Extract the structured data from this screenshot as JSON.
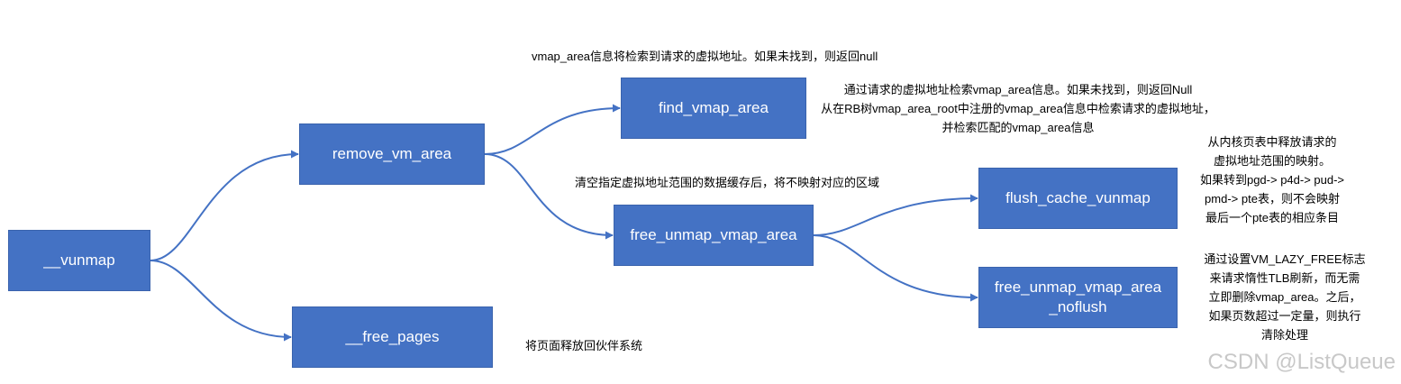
{
  "colors": {
    "node_fill": "#4472c4",
    "node_text": "#ffffff",
    "edge": "#4472c4",
    "note_text": "#000000",
    "watermark": "#c8c8c8"
  },
  "nodes": {
    "vunmap": "__vunmap",
    "remove_vm_area": "remove_vm_area",
    "free_pages": "__free_pages",
    "find_vmap_area": "find_vmap_area",
    "free_unmap_vmap_area": "free_unmap_vmap_area",
    "flush_cache_vunmap": "flush_cache_vunmap",
    "free_unmap_vmap_area_noflush": [
      "free_unmap_vmap_area",
      "_noflush"
    ]
  },
  "notes": {
    "vmap_area_info": "vmap_area信息将检索到请求的虚拟地址。如果未找到，则返回null",
    "find_vmap_area_desc": [
      "通过请求的虚拟地址检索vmap_area信息。如果未找到，则返回Null",
      "从在RB树vmap_area_root中注册的vmap_area信息中检索请求的虚拟地址，",
      "并检索匹配的vmap_area信息"
    ],
    "flush_cache_desc": "清空指定虚拟地址范围的数据缓存后，将不映射对应的区域",
    "flush_cache_vunmap_desc": [
      "从内核页表中释放请求的",
      "虚拟地址范围的映射。",
      "如果转到pgd-> p4d-> pud->",
      "pmd-> pte表，则不会映射",
      "最后一个pte表的相应条目"
    ],
    "noflush_desc": [
      "通过设置VM_LAZY_FREE标志",
      "来请求惰性TLB刷新，而无需",
      "立即删除vmap_area。之后，",
      "如果页数超过一定量，则执行",
      "清除处理"
    ],
    "free_pages_desc": "将页面释放回伙伴系统"
  },
  "watermark": "CSDN @ListQueue"
}
